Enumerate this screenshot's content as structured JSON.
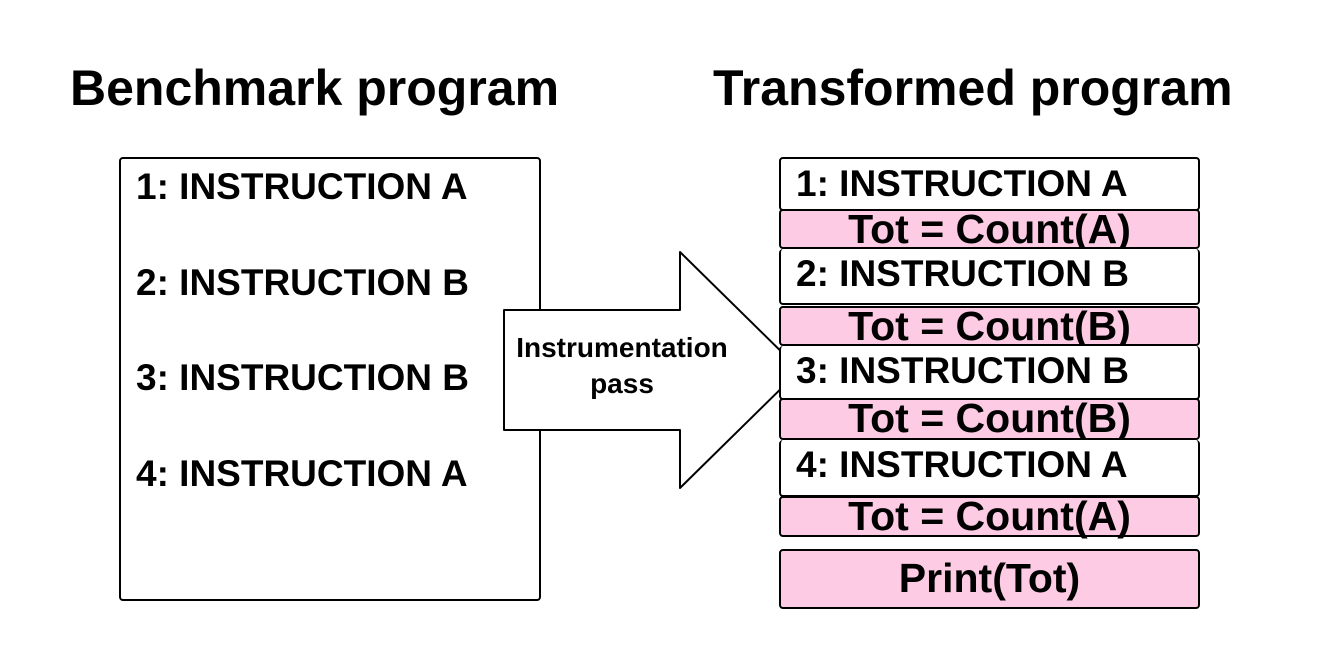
{
  "titles": {
    "left": "Benchmark program",
    "right": "Transformed program"
  },
  "benchmark": {
    "instructions": [
      "1: INSTRUCTION A",
      "2: INSTRUCTION B",
      "3: INSTRUCTION B",
      "4: INSTRUCTION A"
    ]
  },
  "arrow": {
    "label_line1": "Instrumentation",
    "label_line2": "pass"
  },
  "transformed": {
    "rows": [
      "1: INSTRUCTION A",
      "Tot = Count(A)",
      "2: INSTRUCTION B",
      "Tot = Count(B)",
      "3: INSTRUCTION B",
      "Tot = Count(B)",
      "4: INSTRUCTION A",
      "Tot = Count(A)"
    ],
    "print": "Print(Tot)"
  },
  "colors": {
    "highlight": "#fdcbe3",
    "border": "#000000"
  }
}
